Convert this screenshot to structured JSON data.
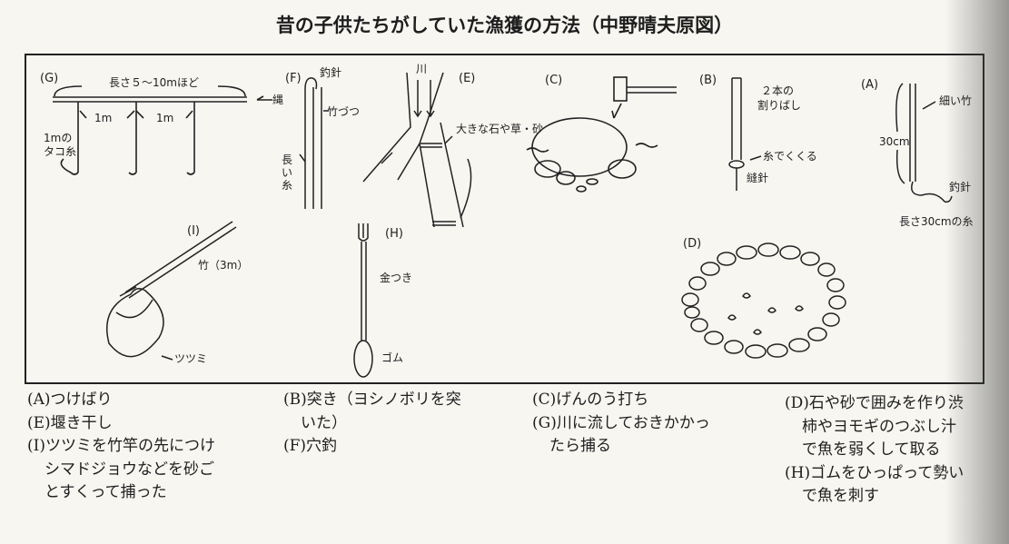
{
  "title": "昔の子供たちがしていた漁獲の方法（中野晴夫原図）",
  "panels": {
    "G": {
      "tag": "(G)",
      "length": "長さ５～10mほど",
      "rope": "縄",
      "spacing1": "1m",
      "spacing2": "1m",
      "line": "1mの",
      "line2": "タコ糸"
    },
    "F": {
      "tag": "(F)",
      "hook": "釣針",
      "tube": "竹づつ",
      "long": "長",
      "long2": "い",
      "long3": "糸"
    },
    "E": {
      "tag": "(E)",
      "river": "川",
      "stones": "大きな石や草・砂"
    },
    "C": {
      "tag": "(C)"
    },
    "B": {
      "tag": "(B)",
      "sticks": "２本の",
      "sticks2": "割りばし",
      "thread": "糸でくくる",
      "needle": "縫針"
    },
    "A": {
      "tag": "(A)",
      "bamboo": "細い竹",
      "size": "30cm",
      "hook": "釣針",
      "line": "長さ30cmの糸"
    },
    "I": {
      "tag": "(I)",
      "bamboo": "竹（3m）",
      "net": "ツツミ"
    },
    "H": {
      "tag": "(H)",
      "metal": "金つき",
      "rubber": "ゴム"
    },
    "D": {
      "tag": "(D)"
    }
  },
  "captions": {
    "col1": [
      "(A)つけばり",
      "(E)堰き干し",
      "(I)ツツミを竹竿の先につけ",
      "シマドジョウなどを砂ご",
      "とすくって捕った"
    ],
    "col2": [
      "(B)突き（ヨシノボリを突",
      "いた）",
      "(F)穴釣"
    ],
    "col3": [
      "(C)げんのう打ち",
      "(G)川に流しておきかかっ",
      "たら捕る"
    ],
    "col4": [
      "(D)石や砂で囲みを作り渋",
      "柿やヨモギのつぶし汁",
      "で魚を弱くして取る",
      "(H)ゴムをひっぱって勢い",
      "で魚を刺す"
    ]
  }
}
